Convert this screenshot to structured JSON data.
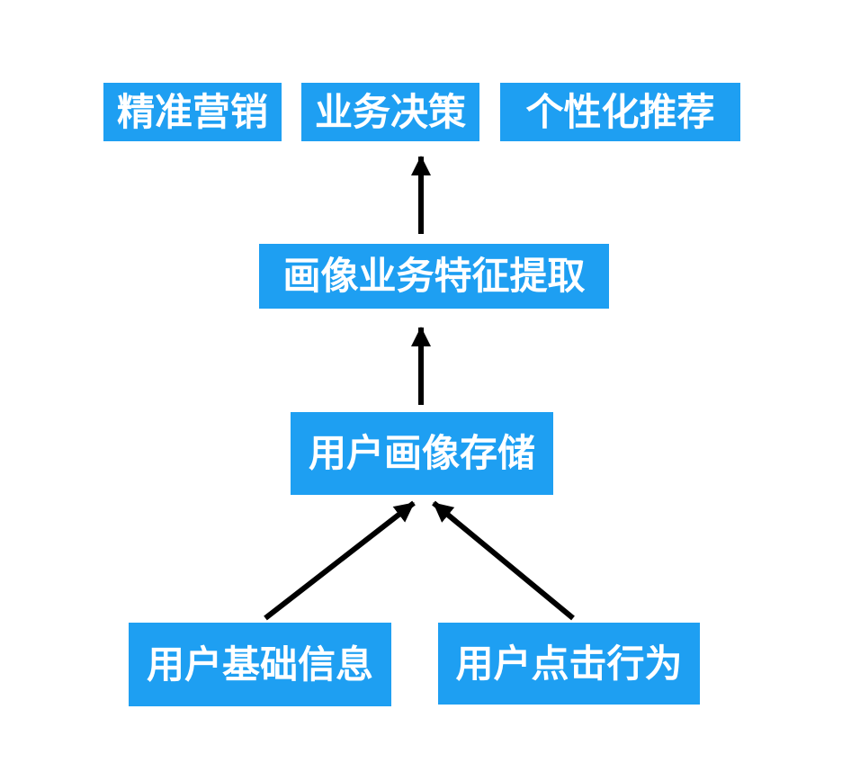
{
  "colors": {
    "background": "#ffffff",
    "node-fill": "#1e9ff2",
    "node-text": "#ffffff",
    "arrow": "#000000"
  },
  "nodes": {
    "precision_marketing": "精准营销",
    "business_decision": "业务决策",
    "personalized_recommendation": "个性化推荐",
    "feature_extraction": "画像业务特征提取",
    "profile_storage": "用户画像存储",
    "user_basic_info": "用户基础信息",
    "user_click_behavior": "用户点击行为"
  },
  "edges": [
    {
      "from": "user_basic_info",
      "to": "profile_storage"
    },
    {
      "from": "user_click_behavior",
      "to": "profile_storage"
    },
    {
      "from": "profile_storage",
      "to": "feature_extraction"
    },
    {
      "from": "feature_extraction",
      "to": "business_decision"
    }
  ]
}
